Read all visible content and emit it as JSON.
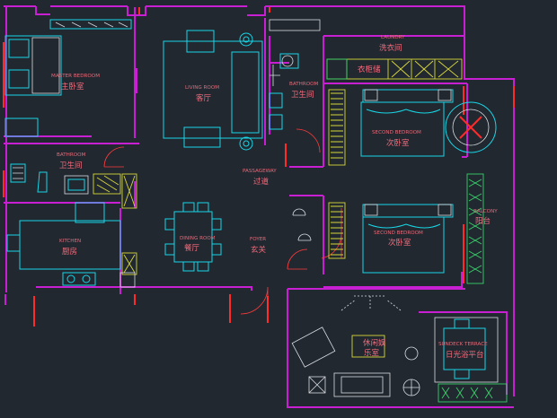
{
  "rooms": {
    "master_bedroom": {
      "en": "MASTER BEDROOM",
      "cn": "主卧室"
    },
    "living_room": {
      "en": "LIVING ROOM",
      "cn": "客厅"
    },
    "bathroom_main": {
      "en": "BATHROOM",
      "cn": "卫生间"
    },
    "laundry": {
      "en": "LAUNDRY",
      "cn": "洗衣间"
    },
    "laundry_cabinet": {
      "cn": "衣柜储"
    },
    "second_bedroom_1": {
      "en": "SECOND BEDROOM",
      "cn": "次卧室"
    },
    "bathroom_small": {
      "en": "BATHROOM",
      "cn": "卫生间"
    },
    "passageway": {
      "en": "PASSAGEWAY",
      "cn": "过道"
    },
    "balcony": {
      "en": "BALCONY",
      "cn": "阳台"
    },
    "kitchen": {
      "en": "KITCHEN",
      "cn": "厨房"
    },
    "dining_room": {
      "en": "DINING ROOM",
      "cn": "餐厅"
    },
    "foyer": {
      "en": "FOYER",
      "cn": "玄关"
    },
    "second_bedroom_2": {
      "en": "SECOND BEDROOM",
      "cn": "次卧室"
    },
    "entertainment": {
      "cn1": "休闲娱",
      "cn2": "乐室"
    },
    "sundeck": {
      "en": "SUNDECK TERRACE",
      "cn": "日光浴平台"
    }
  },
  "colors": {
    "background": "#212830",
    "wall": "#c81fd2",
    "wall_accent": "#ff2a2a",
    "furniture": "#19d6e6",
    "furniture_white": "#d9dde2",
    "cabinet": "#d8d83a",
    "plants": "#38d26a",
    "label": "#f46b7c"
  }
}
